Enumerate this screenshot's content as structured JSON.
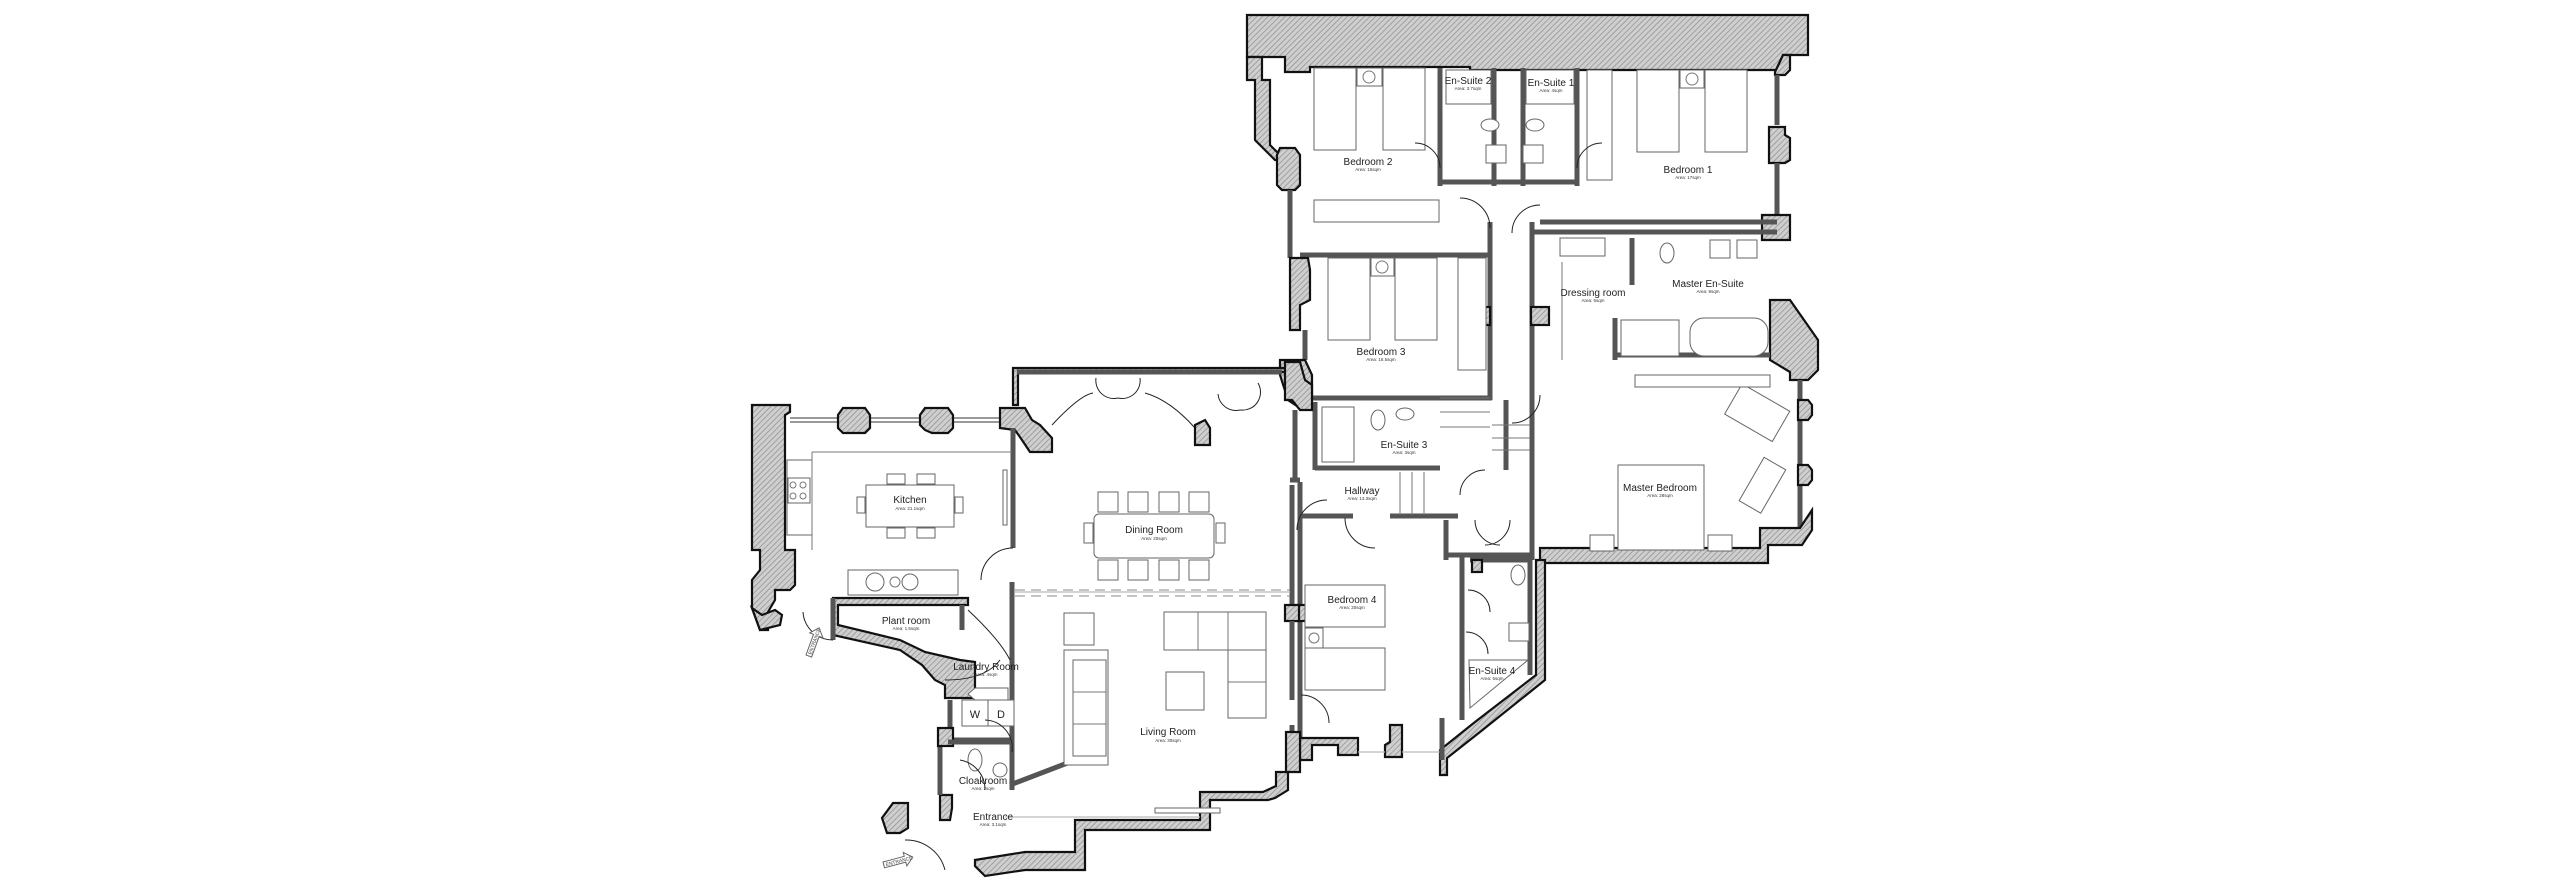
{
  "plan": {
    "type": "floor plan",
    "rooms": [
      {
        "id": "kitchen",
        "label": "Kitchen",
        "area": "Area: 21.1sqm"
      },
      {
        "id": "dining",
        "label": "Dining Room",
        "area": "Area: 20sqm"
      },
      {
        "id": "living",
        "label": "Living Room",
        "area": "Area: 30sqm"
      },
      {
        "id": "plant",
        "label": "Plant room",
        "area": "Area: 1.5sqm"
      },
      {
        "id": "laundry",
        "label": "Laundry Room",
        "area": "Area: 4sqm"
      },
      {
        "id": "cloakroom",
        "label": "Cloakroom",
        "area": "Area: 2sqm"
      },
      {
        "id": "entrance",
        "label": "Entrance",
        "area": "Area: 3.1sqm"
      },
      {
        "id": "bedroom4",
        "label": "Bedroom 4",
        "area": "Area: 20sqm"
      },
      {
        "id": "ensuite4",
        "label": "En-Suite 4",
        "area": "Area: 5sqm"
      },
      {
        "id": "hallway",
        "label": "Hallway",
        "area": "Area: 13.3sqm"
      },
      {
        "id": "ensuite3",
        "label": "En-Suite 3",
        "area": "Area: 3sqm"
      },
      {
        "id": "bedroom3",
        "label": "Bedroom 3",
        "area": "Area: 16.5sqm"
      },
      {
        "id": "bedroom2",
        "label": "Bedroom 2",
        "area": "Area: 15sqm"
      },
      {
        "id": "ensuite2",
        "label": "En-Suite 2",
        "area": "Area: 3.7sqm"
      },
      {
        "id": "ensuite1",
        "label": "En-Suite 1",
        "area": "Area: 4sqm"
      },
      {
        "id": "bedroom1",
        "label": "Bedroom 1",
        "area": "Area: 17sqm"
      },
      {
        "id": "dressing",
        "label": "Dressing room",
        "area": "Area: 5sqm"
      },
      {
        "id": "masterensuite",
        "label": "Master En-Suite",
        "area": "Area: 8sqm"
      },
      {
        "id": "masterbedroom",
        "label": "Master Bedroom",
        "area": "Area: 28sqm"
      }
    ],
    "appliances": {
      "washer": "W",
      "dryer": "D"
    },
    "entrance_arrows": [
      "ENTRANCE",
      "ENTRANCE"
    ]
  }
}
